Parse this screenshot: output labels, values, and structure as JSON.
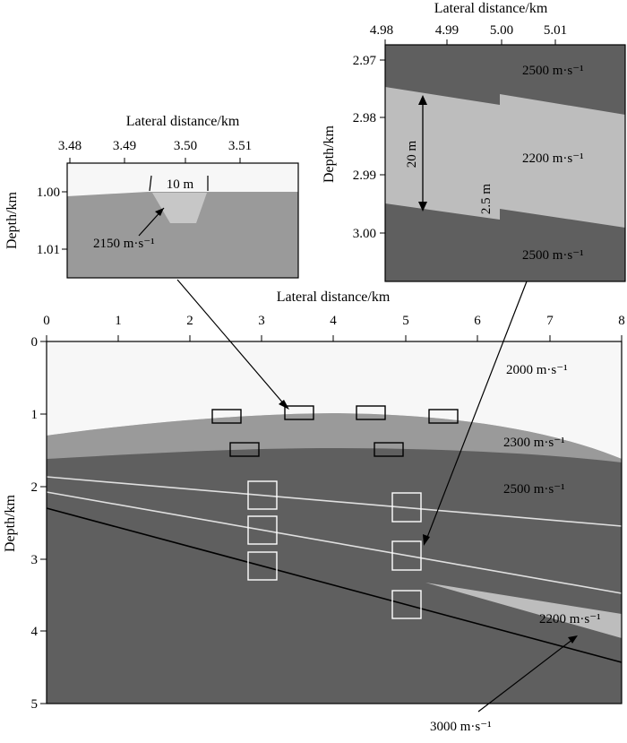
{
  "main": {
    "x_axis_label": "Lateral distance/km",
    "y_axis_label": "Depth/km",
    "x_ticks": [
      "0",
      "1",
      "2",
      "3",
      "4",
      "5",
      "6",
      "7",
      "8"
    ],
    "y_ticks": [
      "0",
      "1",
      "2",
      "3",
      "4",
      "5"
    ],
    "layer_labels": [
      "2000 m·s⁻¹",
      "2300 m·s⁻¹",
      "2500 m·s⁻¹",
      "2200 m·s⁻¹"
    ],
    "callout_label": "3000 m·s⁻¹"
  },
  "inset_left": {
    "x_axis_label": "Lateral distance/km",
    "y_axis_label": "Depth/km",
    "x_ticks": [
      "3.48",
      "3.49",
      "3.50",
      "3.51"
    ],
    "y_ticks": [
      "1.00",
      "1.01"
    ],
    "width_label": "10 m",
    "velocity_label": "2150 m·s⁻¹"
  },
  "inset_right": {
    "x_axis_label": "Lateral distance/km",
    "y_axis_label": "Depth/km",
    "x_ticks": [
      "4.98",
      "4.99",
      "5.00",
      "5.01"
    ],
    "y_ticks": [
      "2.97",
      "2.98",
      "2.99",
      "3.00"
    ],
    "thickness_label": "20 m",
    "offset_label": "2.5 m",
    "velocity_labels": [
      "2500 m·s⁻¹",
      "2200 m·s⁻¹",
      "2500 m·s⁻¹"
    ]
  },
  "colors": {
    "top_layer": "#f7f7f7",
    "layer_2300": "#9a9a9a",
    "layer_2500": "#5f5f5f",
    "layer_2200": "#bdbdbd",
    "interface_line": "#e0e0e0"
  }
}
